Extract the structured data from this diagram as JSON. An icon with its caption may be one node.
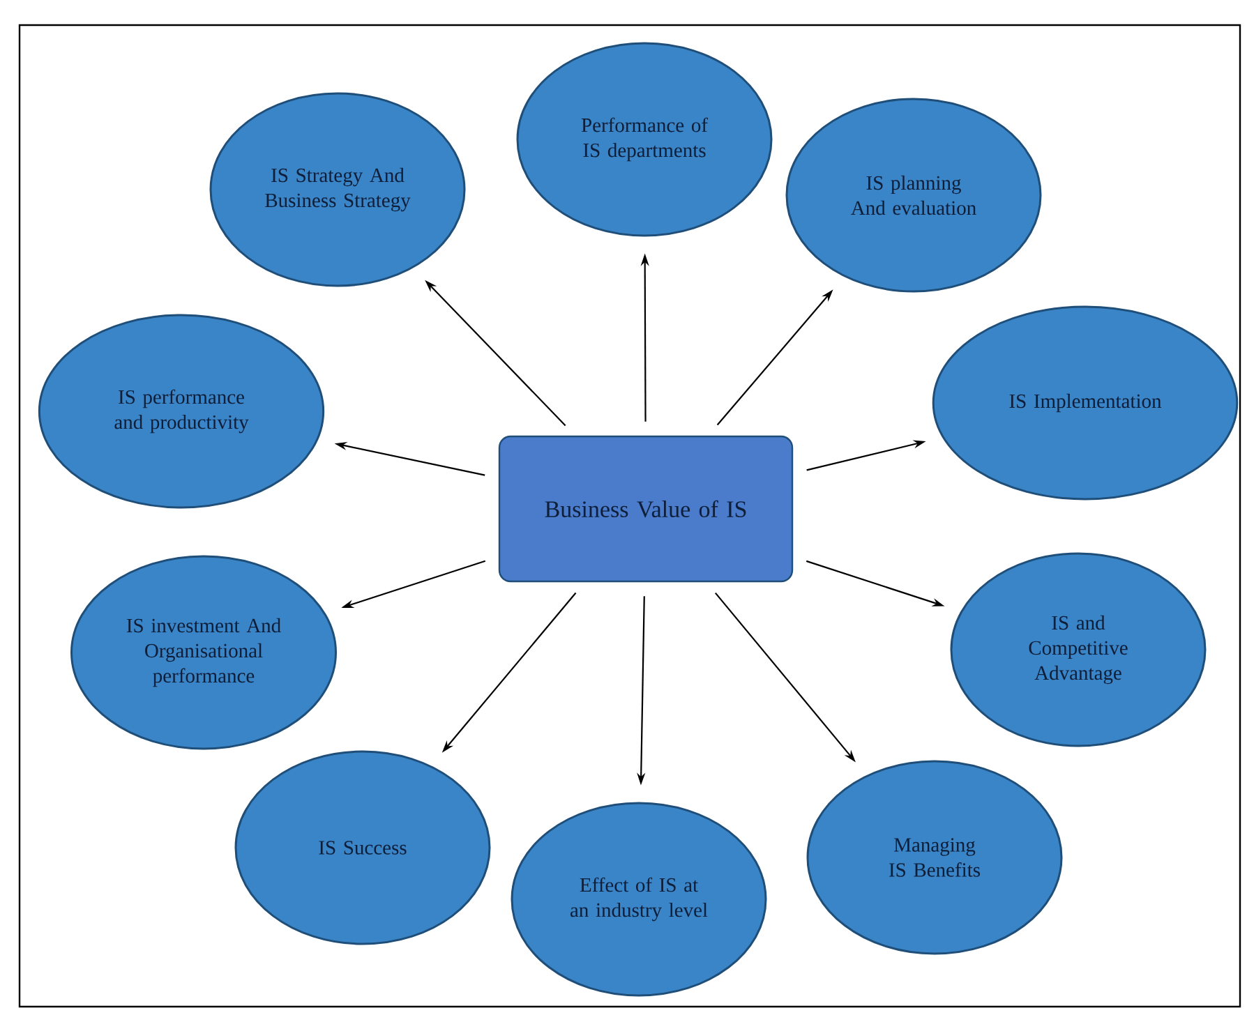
{
  "diagram": {
    "nodes": [
      {
        "text": [
          "Business Value of IS"
        ]
      },
      {
        "text": [
          "IS Strategy And Business Strategy"
        ]
      },
      {
        "text": [
          "Performance of IS departments"
        ]
      },
      {
        "text": [
          "IS planning And evaluation"
        ]
      },
      {
        "text": [
          "IS performance and productivity"
        ]
      },
      {
        "text": [
          "IS Implementation"
        ]
      },
      {
        "text": [
          "IS investment And Organisational performance"
        ]
      },
      {
        "text": [
          "IS and Competitive Advantage"
        ]
      },
      {
        "text": [
          "IS Success"
        ]
      },
      {
        "text": [
          "Managing IS Benefits"
        ]
      },
      {
        "text": [
          "Effect of IS at an industry level"
        ]
      }
    ],
    "edges": [
      {
        "from": 0,
        "to": 1,
        "arrow": "to"
      },
      {
        "from": 0,
        "to": 2,
        "arrow": "to"
      },
      {
        "from": 0,
        "to": 3,
        "arrow": "to"
      },
      {
        "from": 0,
        "to": 4,
        "arrow": "to"
      },
      {
        "from": 0,
        "to": 5,
        "arrow": "to"
      },
      {
        "from": 0,
        "to": 6,
        "arrow": "to"
      },
      {
        "from": 0,
        "to": 7,
        "arrow": "to"
      },
      {
        "from": 0,
        "to": 8,
        "arrow": "to"
      },
      {
        "from": 0,
        "to": 9,
        "arrow": "to"
      },
      {
        "from": 0,
        "to": 10,
        "arrow": "to"
      }
    ]
  }
}
